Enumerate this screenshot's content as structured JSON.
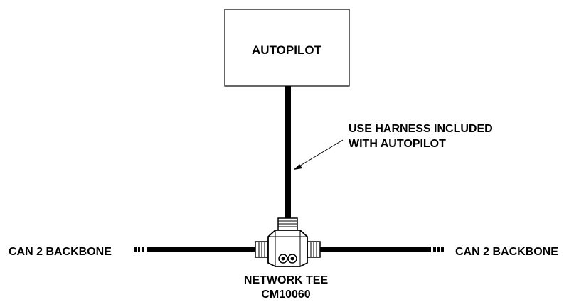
{
  "diagram": {
    "autopilot_label": "AUTOPILOT",
    "harness_note": {
      "line1": "USE HARNESS INCLUDED",
      "line2": "WITH AUTOPILOT"
    },
    "backbone_left_label": "CAN 2 BACKBONE",
    "backbone_right_label": "CAN 2 BACKBONE",
    "tee_label": {
      "line1": "NETWORK TEE",
      "line2": "CM10060"
    }
  }
}
